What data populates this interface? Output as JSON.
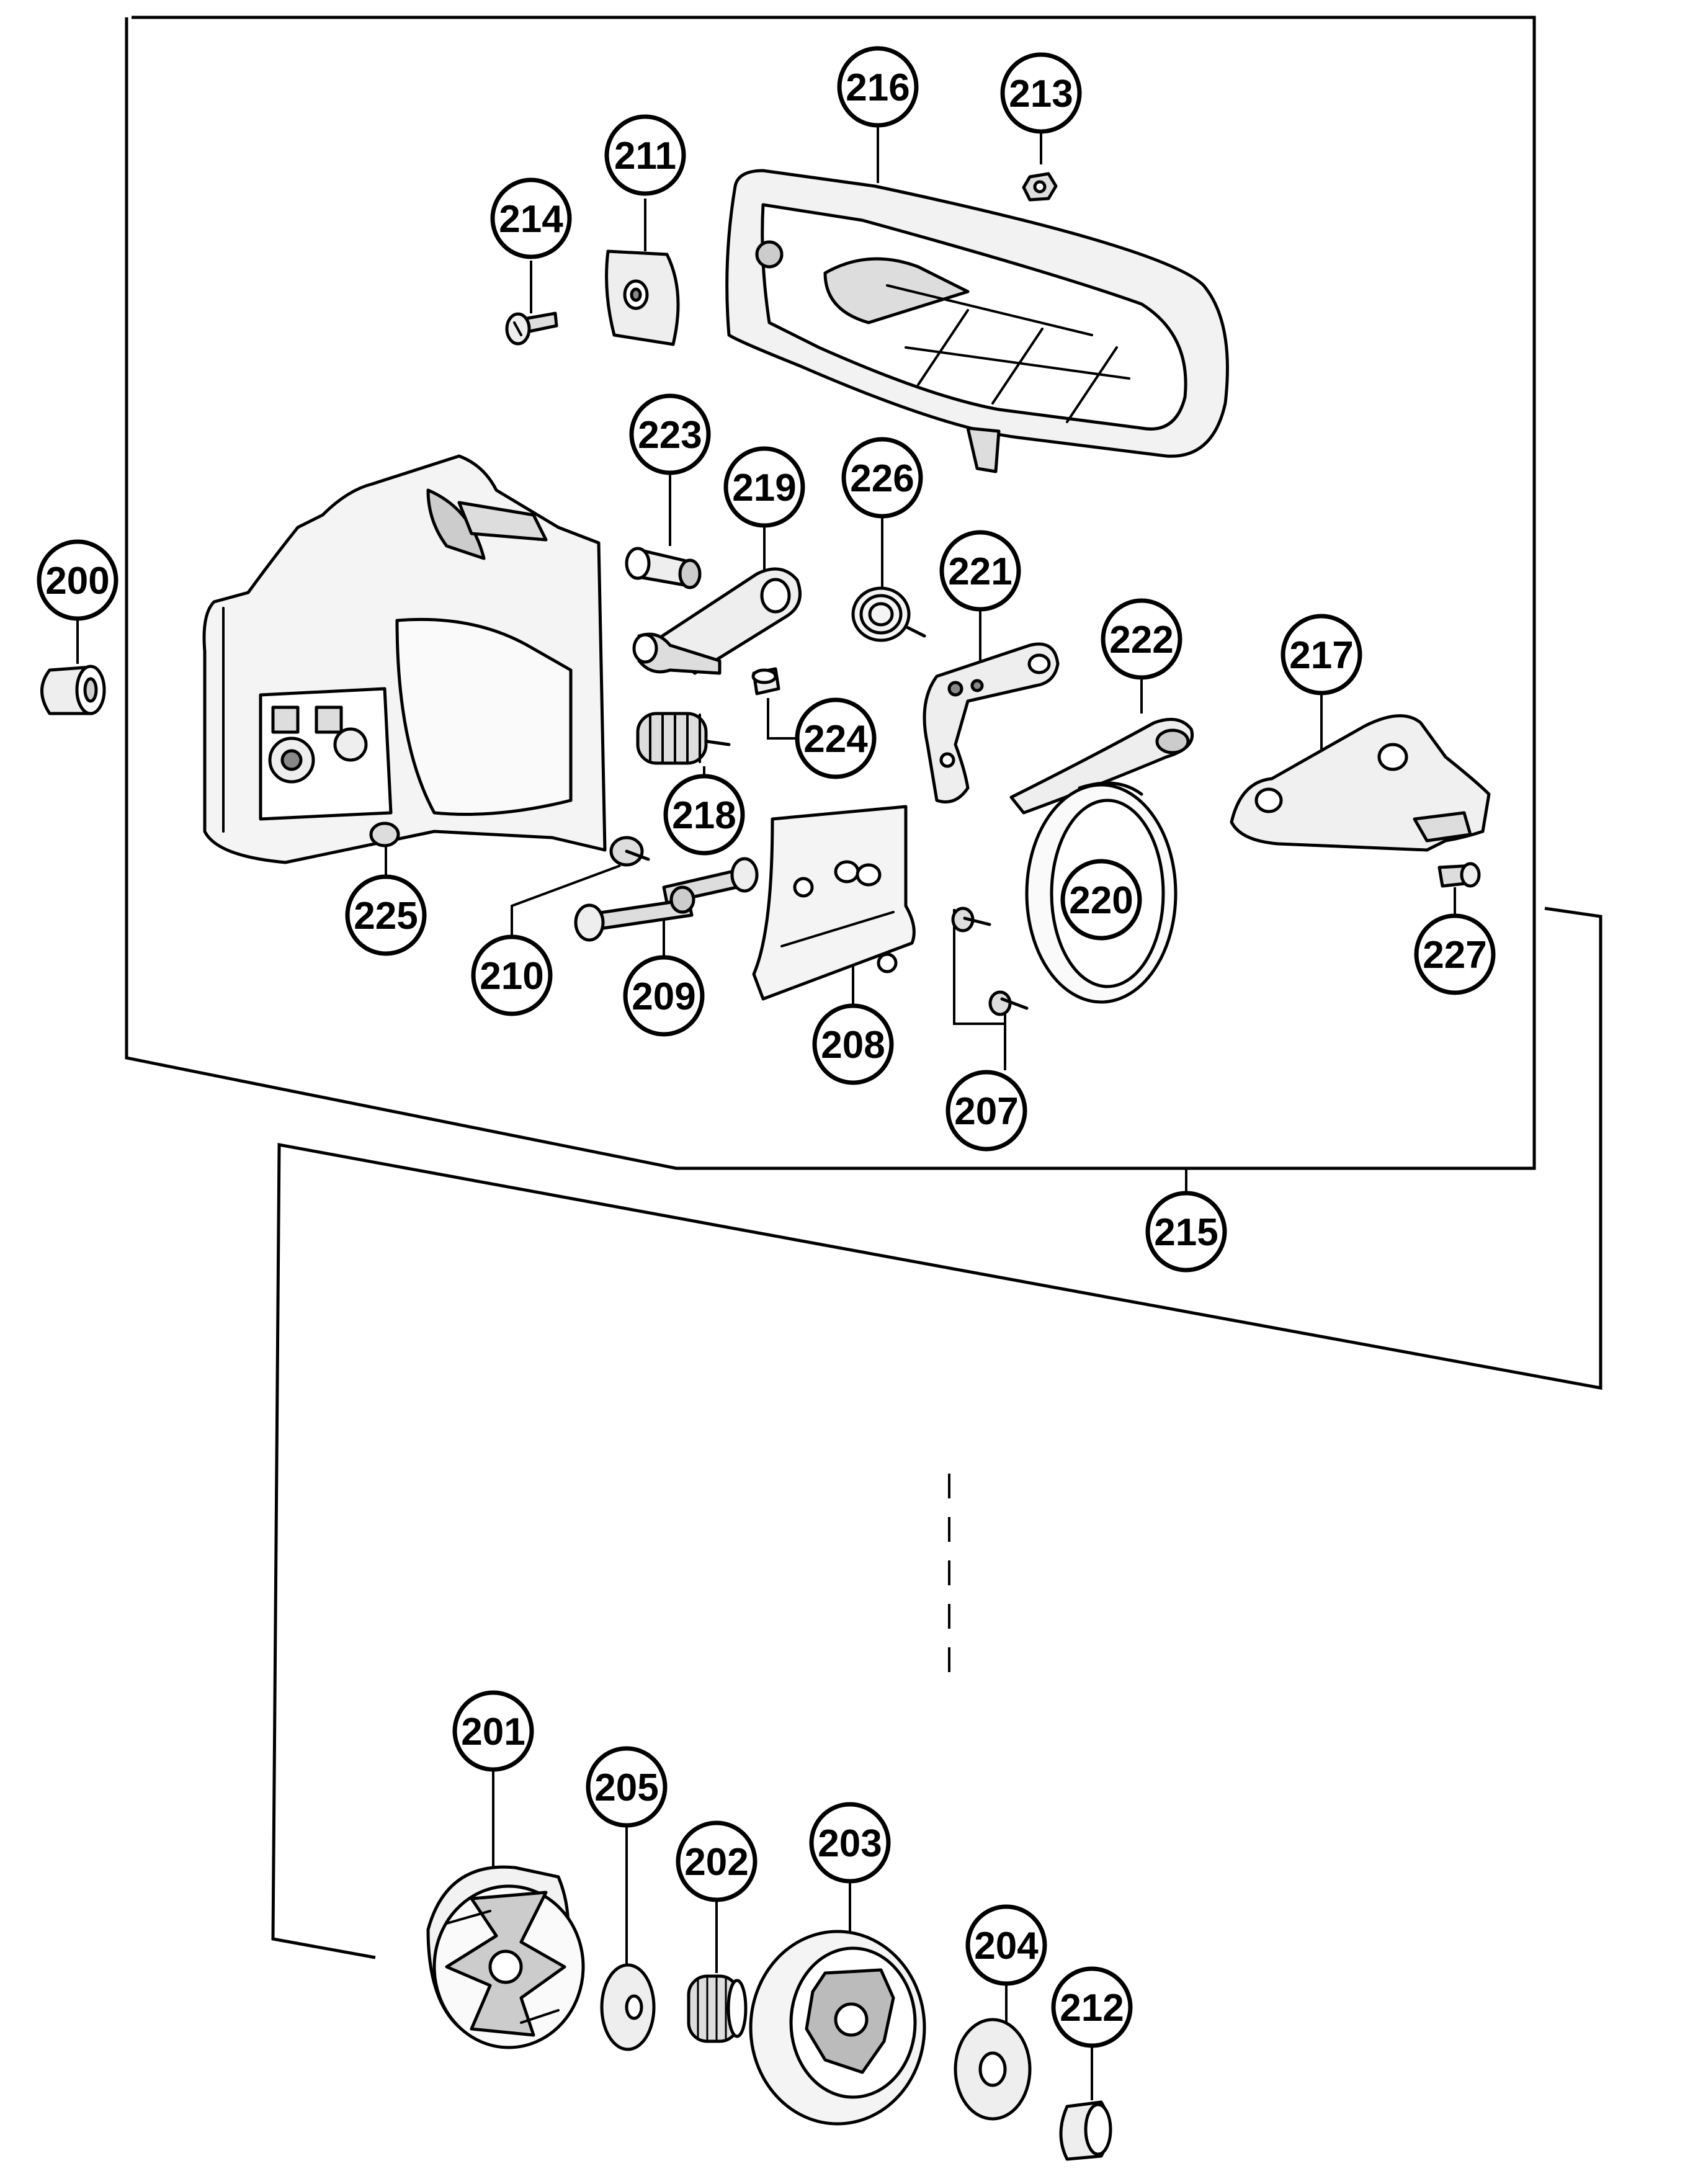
{
  "diagram": {
    "colors": {
      "ink": "#000000",
      "paper": "#ffffff",
      "shade": "#e8e8e8"
    },
    "callouts": [
      {
        "id": "200",
        "label": "200"
      },
      {
        "id": "201",
        "label": "201"
      },
      {
        "id": "202",
        "label": "202"
      },
      {
        "id": "203",
        "label": "203"
      },
      {
        "id": "204",
        "label": "204"
      },
      {
        "id": "205",
        "label": "205"
      },
      {
        "id": "207",
        "label": "207"
      },
      {
        "id": "208",
        "label": "208"
      },
      {
        "id": "209",
        "label": "209"
      },
      {
        "id": "210",
        "label": "210"
      },
      {
        "id": "211",
        "label": "211"
      },
      {
        "id": "212",
        "label": "212"
      },
      {
        "id": "213",
        "label": "213"
      },
      {
        "id": "214",
        "label": "214"
      },
      {
        "id": "215",
        "label": "215"
      },
      {
        "id": "216",
        "label": "216"
      },
      {
        "id": "217",
        "label": "217"
      },
      {
        "id": "218",
        "label": "218"
      },
      {
        "id": "219",
        "label": "219"
      },
      {
        "id": "220",
        "label": "220"
      },
      {
        "id": "221",
        "label": "221"
      },
      {
        "id": "222",
        "label": "222"
      },
      {
        "id": "223",
        "label": "223"
      },
      {
        "id": "224",
        "label": "224"
      },
      {
        "id": "225",
        "label": "225"
      },
      {
        "id": "226",
        "label": "226"
      },
      {
        "id": "227",
        "label": "227"
      }
    ]
  }
}
